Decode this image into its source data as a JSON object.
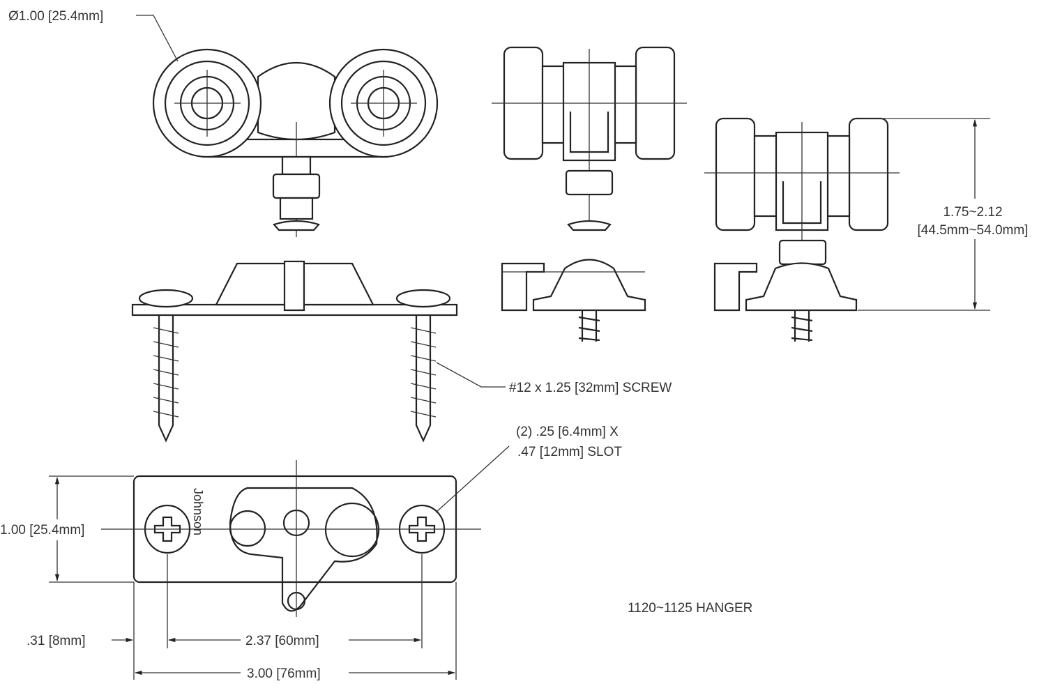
{
  "drawing": {
    "title": "1120~1125 HANGER",
    "brand_mark": "Johnson",
    "dimensions": {
      "wheel_diameter": "Ø1.00 [25.4mm]",
      "height_range_in": "1.75~2.12",
      "height_range_mm": "[44.5mm~54.0mm]",
      "screw": "#12 x 1.25 [32mm] SCREW",
      "slot_line1": "(2) .25 [6.4mm] X",
      "slot_line2": ".47 [12mm] SLOT",
      "plate_width": "1.00 [25.4mm]",
      "edge_offset": ".31 [8mm]",
      "hole_spacing": "2.37 [60mm]",
      "plate_length": "3.00 [76mm]"
    }
  }
}
